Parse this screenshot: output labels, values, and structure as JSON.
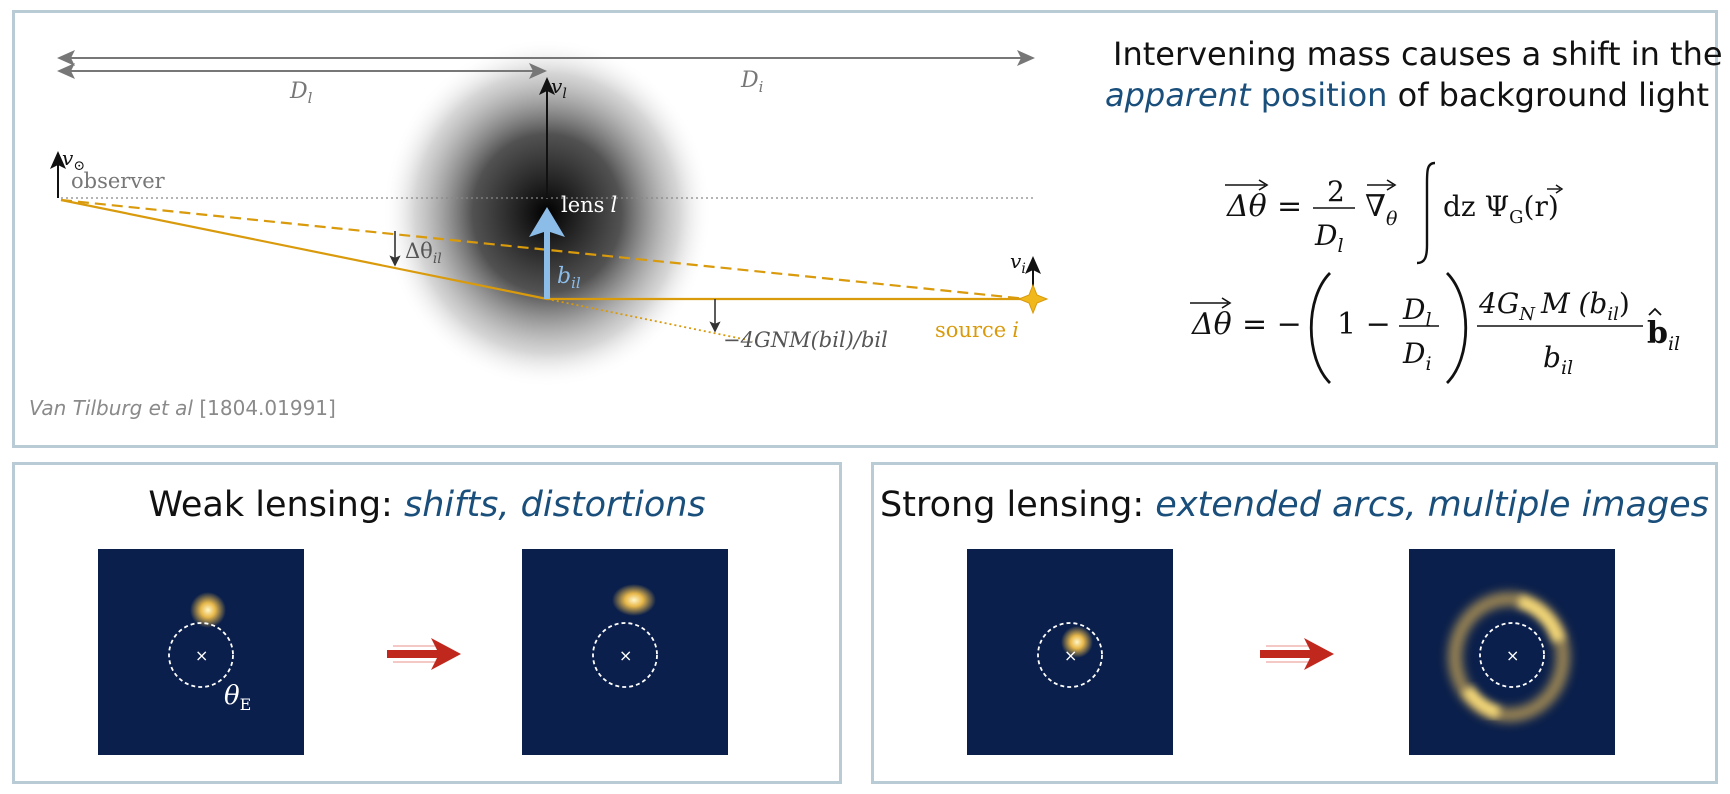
{
  "headline": {
    "line1": "Intervening mass causes a shift in the",
    "line2_part1": "apparent",
    "line2_part2": " position",
    "line2_part3": " of background light"
  },
  "diagram": {
    "distance_lens": "D",
    "distance_lens_sub": "l",
    "distance_source": "D",
    "distance_source_sub": "i",
    "velocity_lens": "v",
    "velocity_lens_sub": "l",
    "velocity_observer": "v",
    "velocity_observer_sub": "⊙",
    "observer_label": "observer",
    "lens_label": "lens",
    "lens_label_sym": "l",
    "impact_param": "b",
    "impact_param_sub": "il",
    "deflection_angle": "Δθ",
    "deflection_angle_sub": "il",
    "velocity_source": "v",
    "velocity_source_sub": "i",
    "source_label": "source",
    "source_label_sym": "i",
    "deflection_formula": "−4GNM(bil)/bil"
  },
  "citation": {
    "authors": "Van Tilburg et al",
    "ref": " [1804.01991]"
  },
  "equations": {
    "eq1_lhs": "Δθ",
    "eq1_num": "2",
    "eq1_den": "D",
    "eq1_den_sub": "l",
    "eq1_grad": "∇",
    "eq1_grad_sub": "θ",
    "eq1_integrand": "dz Ψ",
    "eq1_psi_sub": "G",
    "eq1_arg": "(r)",
    "eq2_lhs": "Δθ",
    "eq2_one": "1 −",
    "eq2_frac_num": "D",
    "eq2_frac_num_sub": "l",
    "eq2_frac_den": "D",
    "eq2_frac_den_sub": "i",
    "eq2_num": "4G",
    "eq2_num_sub": "N",
    "eq2_num_rest": "M (b",
    "eq2_num_rest_sub": "il",
    "eq2_num_close": ")",
    "eq2_den": "b",
    "eq2_den_sub": "il",
    "eq2_vec": "b",
    "eq2_vec_sub": "il"
  },
  "weak": {
    "title": "Weak lensing:",
    "subtitle": "shifts, distortions",
    "einstein_label": "θ",
    "einstein_sub": "E"
  },
  "strong": {
    "title": "Strong lensing:",
    "subtitle": "extended arcs, multiple images"
  },
  "colors": {
    "ray": "#d99a0c",
    "arrow_blue": "#8cbce8",
    "sky": "#0a1f4b",
    "accent_red": "#c0281e",
    "text_blue": "#1a4f7c"
  }
}
